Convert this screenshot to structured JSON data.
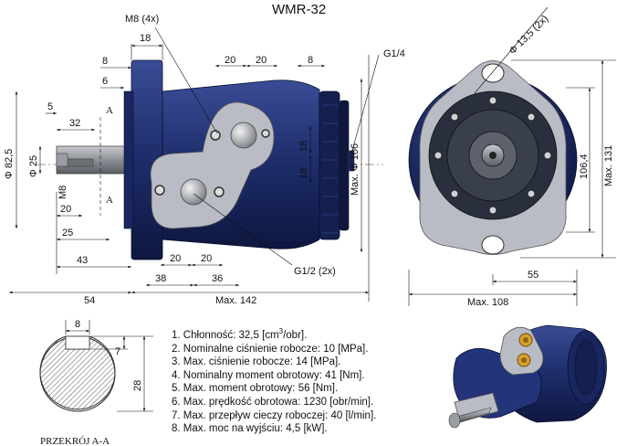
{
  "title": "WMR-32",
  "side_view": {
    "thread_label": "M8 (4x)",
    "port_top_label": "G1/4",
    "port_label": "G1/2 (2x)",
    "section_mark": "A",
    "dims": {
      "flange_18": "18",
      "d8": "8",
      "d6": "6",
      "d5": "5",
      "d32": "32",
      "d25_diam": "Φ 25",
      "d82_diam": "Φ 82,5",
      "m8": "M8",
      "d20_shaft": "20",
      "d25": "25",
      "d43": "43",
      "d54": "54",
      "top_20a": "20",
      "top_20b": "20",
      "top_8": "8",
      "bot_20a": "20",
      "bot_20b": "20",
      "d38": "38",
      "d36": "36",
      "mid_18a": "18",
      "mid_18b": "18",
      "max_142": "Max. 142",
      "max_106": "Max. Φ 106"
    }
  },
  "front_view": {
    "hole_diam": "Φ 13,5 (2x)",
    "d106_4": "106,4",
    "max_131": "Max. 131",
    "d55": "55",
    "max_108": "Max. 108"
  },
  "section": {
    "d8": "8",
    "d7": "7",
    "d28": "28",
    "label": "PRZEKRÓJ A-A"
  },
  "specs": [
    {
      "pre": "1. Chłonność: 32,5 [cm",
      "sup": "3",
      "post": "/obr]."
    },
    {
      "pre": "2. Nominalne ciśnienie robocze: 10 [MPa].",
      "sup": "",
      "post": ""
    },
    {
      "pre": "3. Max. ciśnienie robocze: 14 [MPa].",
      "sup": "",
      "post": ""
    },
    {
      "pre": "4. Nominalny moment obrotowy: 41 [Nm].",
      "sup": "",
      "post": ""
    },
    {
      "pre": "5. Max. moment obrotowy: 56 [Nm].",
      "sup": "",
      "post": ""
    },
    {
      "pre": "6. Max. prędkość obrotowa: 1230 [obr/min].",
      "sup": "",
      "post": ""
    },
    {
      "pre": "7. Max. przepływ cieczy roboczej: 40 [l/min].",
      "sup": "",
      "post": ""
    },
    {
      "pre": "8. Max. moc na wyjściu: 4,5 [kW].",
      "sup": "",
      "post": ""
    }
  ],
  "colors": {
    "motor_blue": "#1f2f6e",
    "motor_dark": "#0f1a45",
    "plate_gray": "#b9bcc4",
    "shaft_gray": "#8d9096"
  }
}
